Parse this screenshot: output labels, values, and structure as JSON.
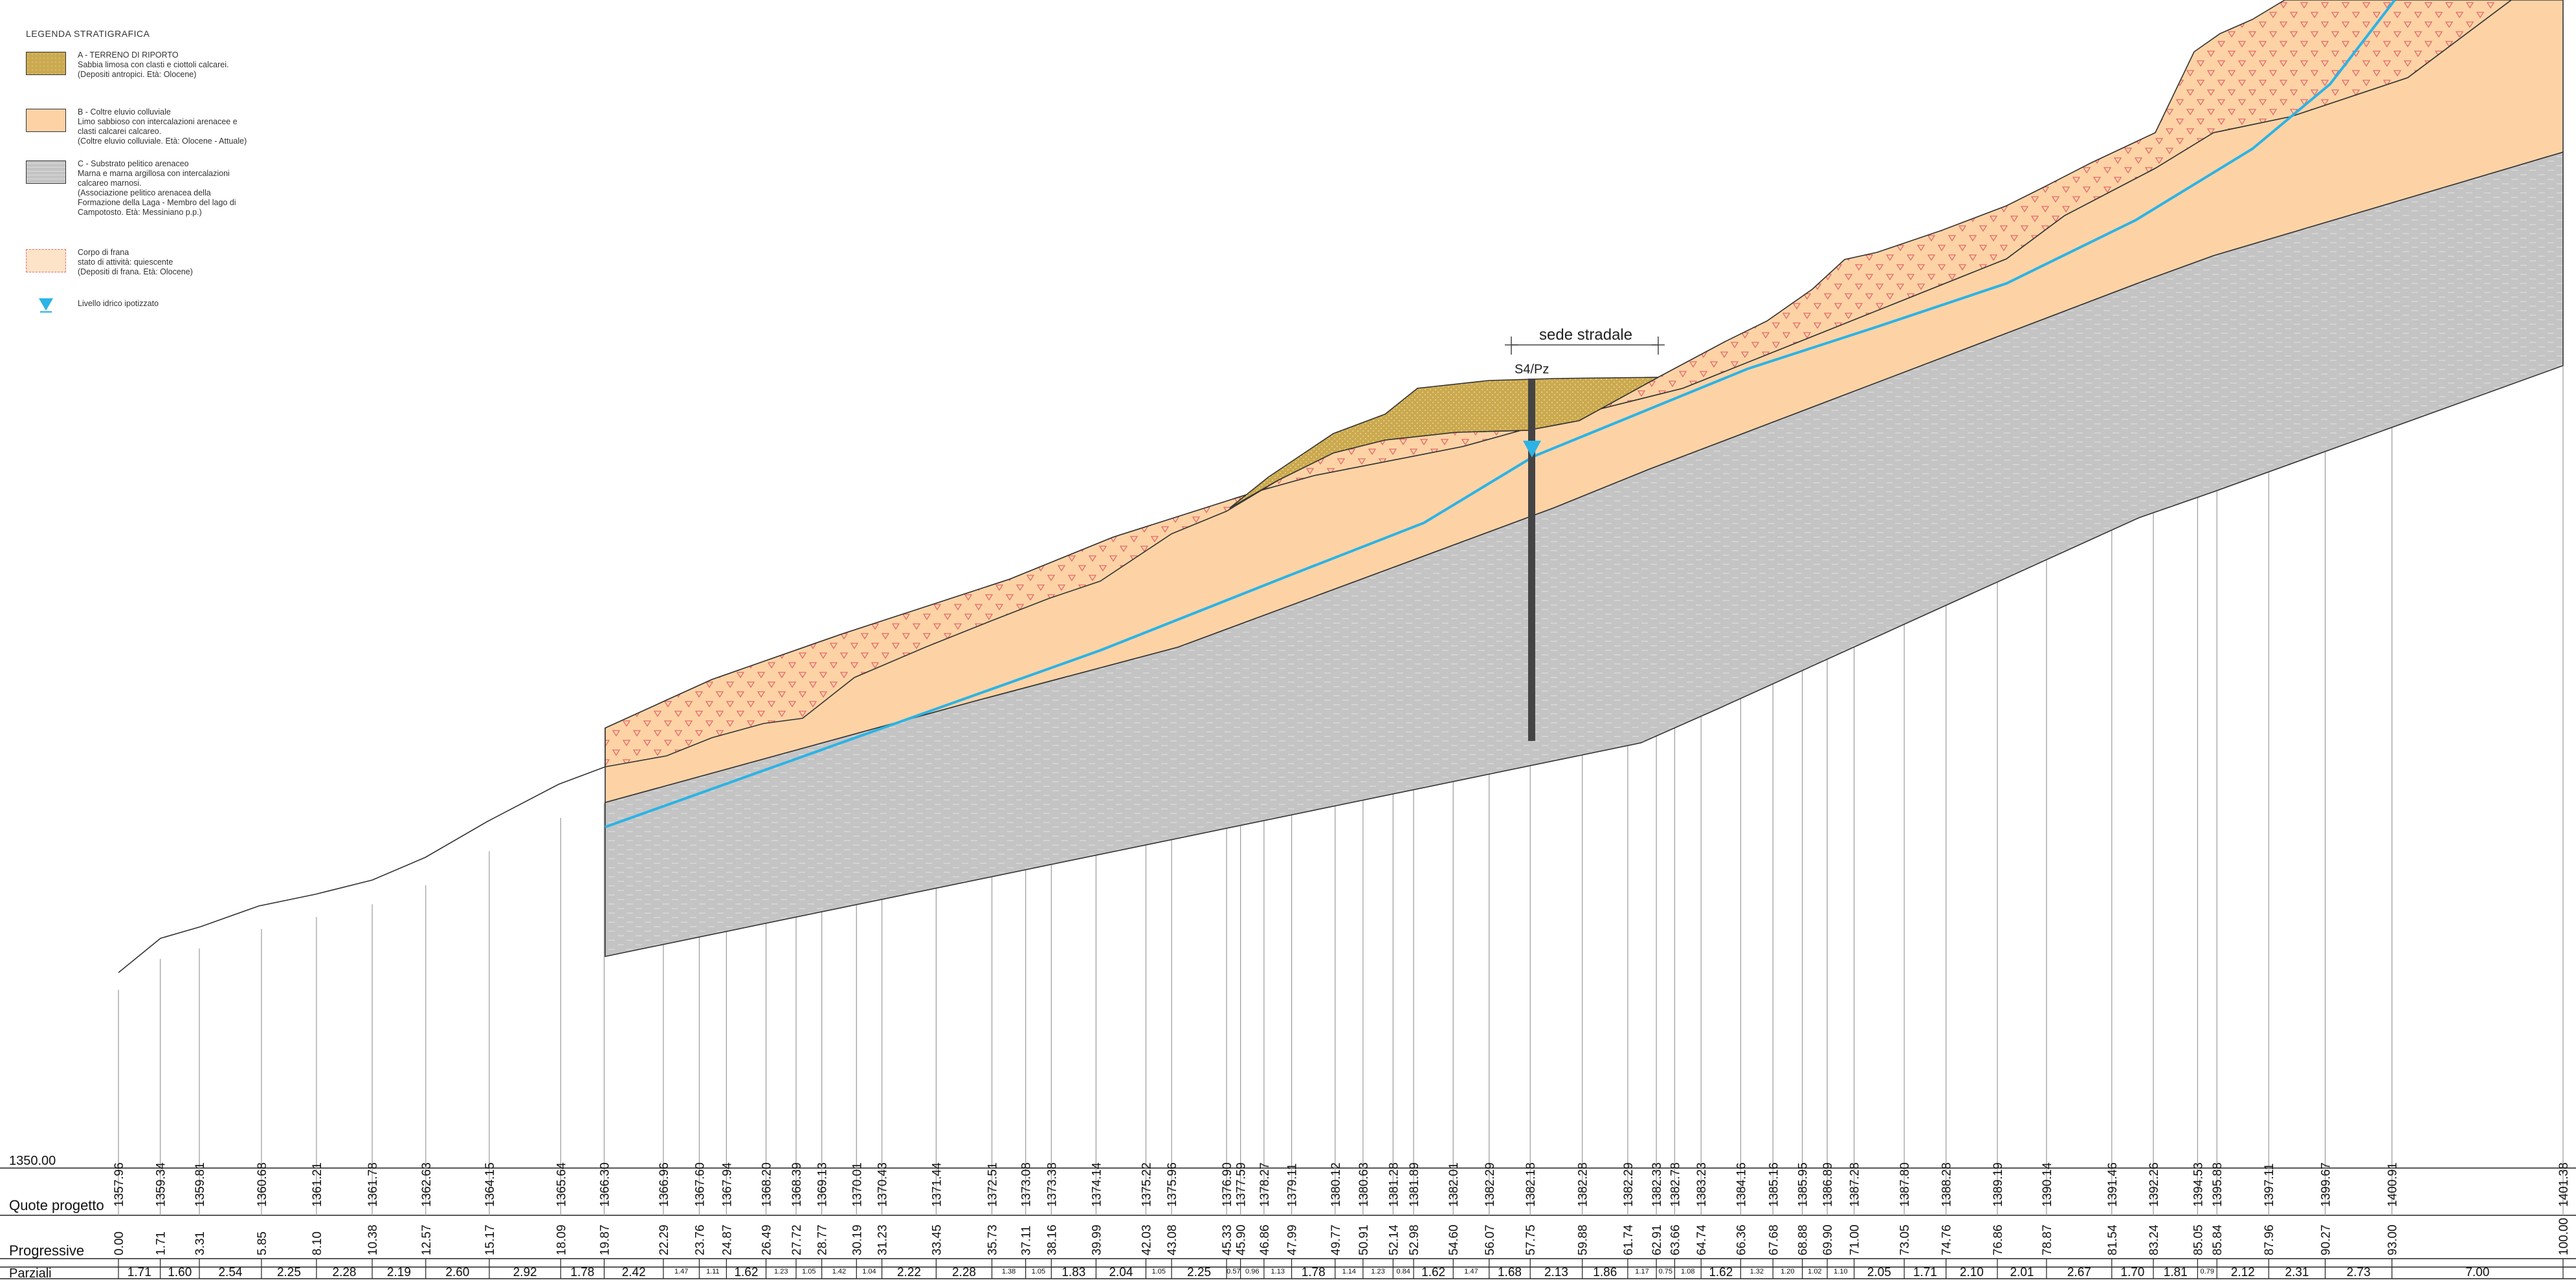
{
  "legend": {
    "title": "LEGENDA STRATIGRAFICA",
    "items": [
      {
        "name": "legend-a",
        "swatch": "sw-a",
        "lines": [
          "A - TERRENO DI RIPORTO",
          "Sabbia limosa con clasti e ciottoli calcarei.",
          "(Depositi antropici. Età: Olocene)"
        ]
      },
      {
        "name": "legend-b",
        "swatch": "sw-b",
        "lines": [
          "B - Coltre eluvio colluviale",
          "Limo sabbioso con intercalazioni arenacee e",
          "clasti calcarei calcareo.",
          "(Coltre eluvio colluviale. Età: Olocene - Attuale)"
        ]
      },
      {
        "name": "legend-c",
        "swatch": "sw-c",
        "lines": [
          "C - Substrato pelitico arenaceo",
          "Marna e marna argillosa con intercalazioni",
          "calcareo marnosi.",
          "(Associazione pelitico arenacea della",
          "Formazione della Laga - Membro del lago di",
          "Campotosto. Età: Messiniano p.p.)"
        ]
      },
      {
        "name": "legend-landslide",
        "swatch": "sw-f",
        "lines": [
          "Corpo di frana",
          "stato di attività: quiescente",
          "(Depositi di frana. Età: Olocene)"
        ]
      },
      {
        "name": "legend-water",
        "swatch": "sw-w",
        "lines": [
          "Livello idrico ipotizzato"
        ]
      }
    ]
  },
  "colors": {
    "fill": "#cba94e",
    "coltre": "#fdd3a6",
    "substrate": "#c4c4c4",
    "landslide_tri": "#e66a6a",
    "water": "#2bb3e6",
    "borehole": "#444444"
  },
  "labels": {
    "datum": "1350.00",
    "road": "sede stradale",
    "borehole": "S4/Pz"
  },
  "table": {
    "row_labels": [
      "Quote progetto",
      "Progressive",
      "Parziali"
    ],
    "quote": [
      "1357.96",
      "1359.34",
      "1359.81",
      "1360.68",
      "1361.21",
      "1361.78",
      "1362.63",
      "1364.15",
      "1365.64",
      "1366.30",
      "1366.96",
      "1367.60",
      "1367.94",
      "1368.20",
      "1368.39",
      "1369.13",
      "1370.01",
      "1370.43",
      "1371.44",
      "1372.51",
      "1373.08",
      "1373.38",
      "1374.14",
      "1375.22",
      "1375.96",
      "1376.90",
      "1377.59",
      "1378.27",
      "1379.11",
      "1380.12",
      "1380.63",
      "1381.28",
      "1381.89",
      "1382.01",
      "1382.29",
      "1382.18",
      "1382.28",
      "1382.29",
      "1382.33",
      "1382.78",
      "1383.23",
      "1384.16",
      "1385.16",
      "1385.95",
      "1386.89",
      "1387.28",
      "1387.80",
      "1388.28",
      "1389.19",
      "1390.14",
      "1391.46",
      "1392.26",
      "1394.53",
      "1395.88",
      "1397.11",
      "1399.67",
      "1400.91",
      "1401.38"
    ],
    "progressive": [
      "0.00",
      "1.71",
      "3.31",
      "5.85",
      "8.10",
      "10.38",
      "12.57",
      "15.17",
      "18.09",
      "19.87",
      "22.29",
      "23.76",
      "24.87",
      "26.49",
      "27.72",
      "28.77",
      "30.19",
      "31.23",
      "33.45",
      "35.73",
      "37.11",
      "38.16",
      "39.99",
      "42.03",
      "43.08",
      "45.33",
      "45.90",
      "46.86",
      "47.99",
      "49.77",
      "50.91",
      "52.14",
      "52.98",
      "54.60",
      "56.07",
      "57.75",
      "59.88",
      "61.74",
      "62.91",
      "63.66",
      "64.74",
      "66.36",
      "67.68",
      "68.88",
      "69.90",
      "71.00",
      "73.05",
      "74.76",
      "76.86",
      "78.87",
      "81.54",
      "83.24",
      "85.05",
      "85.84",
      "87.96",
      "90.27",
      "93.00",
      "100.00"
    ],
    "parziali": [
      "1.71",
      "1.60",
      "2.54",
      "2.25",
      "2.28",
      "2.19",
      "2.60",
      "2.92",
      "1.78",
      "2.42",
      "1.47",
      "1.11",
      "1.62",
      "1.23",
      "1.05",
      "1.42",
      "1.04",
      "2.22",
      "2.28",
      "1.38",
      "1.05",
      "1.83",
      "2.04",
      "1.05",
      "2.25",
      "0.57",
      "0.96",
      "1.13",
      "1.78",
      "1.14",
      "1.23",
      "0.84",
      "1.62",
      "1.47",
      "1.68",
      "2.13",
      "1.86",
      "1.17",
      "0.75",
      "1.08",
      "1.62",
      "1.32",
      "1.20",
      "1.02",
      "1.10",
      "2.05",
      "1.71",
      "2.10",
      "2.01",
      "2.67",
      "1.70",
      "1.81",
      "0.79",
      "2.12",
      "2.31",
      "2.73",
      "7.00"
    ]
  }
}
